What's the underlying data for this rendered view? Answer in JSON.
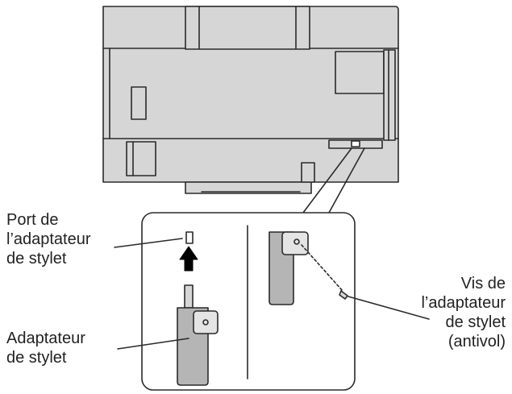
{
  "labels": {
    "pen_port": {
      "line1": "Port de",
      "line2": "l’adaptateur",
      "line3": "de stylet"
    },
    "pen_adapter": {
      "line1": "Adaptateur",
      "line2": "de stylet"
    },
    "screw": {
      "line1": "Vis de",
      "line2": "l’adaptateur",
      "line3": "de stylet",
      "line4": "(antivol)"
    }
  },
  "colors": {
    "line": "#2a2a2a",
    "body_fill": "#d6d6d6",
    "adapter_fill": "#b5b5b5",
    "background": "#ffffff"
  }
}
